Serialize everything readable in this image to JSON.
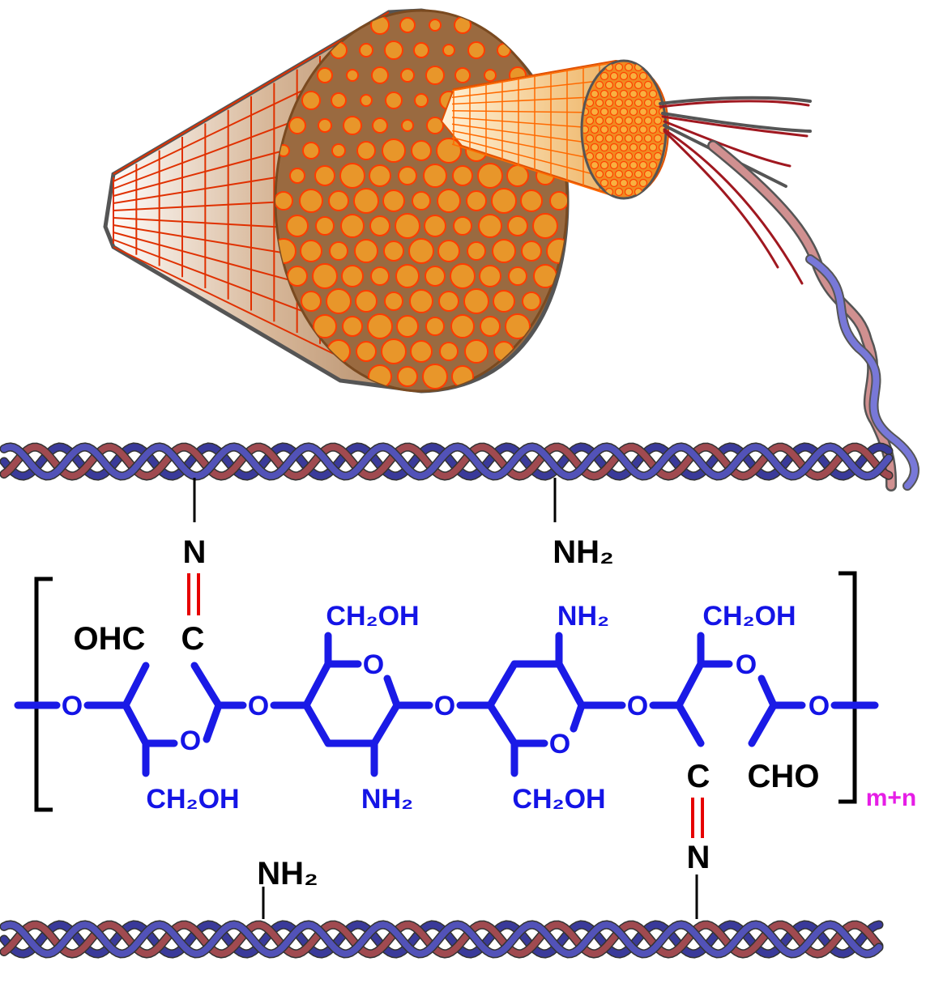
{
  "colors": {
    "backbone": "#1a1ae6",
    "imine_bond": "#e60000",
    "label_black": "#000000",
    "label_blue": "#1414e6",
    "subscript_pink": "#e61ee6",
    "fibril_orange": "#e8962a",
    "fibril_outline": "#ff3c00",
    "fiber_brown": "#9a6a40",
    "helix_blue": "#4a4aa8",
    "helix_red": "#a04a50"
  },
  "labels": {
    "n_top": "N",
    "c_top": "C",
    "ohc": "OHC",
    "nh2_top_strand": "NH₂",
    "ch2oh_1": "CH₂OH",
    "ch2oh_2": "CH₂OH",
    "ch2oh_3": "CH₂OH",
    "ch2oh_4": "CH₂OH",
    "nh2_ring_top": "NH₂",
    "nh2_ring_bottom": "NH₂",
    "c_bottom": "C",
    "n_bottom": "N",
    "cho": "CHO",
    "nh2_bottom_strand": "NH₂",
    "repeat_subscript": "m+n",
    "ring_oxygen": "O",
    "bridge_oxygen": "O"
  }
}
